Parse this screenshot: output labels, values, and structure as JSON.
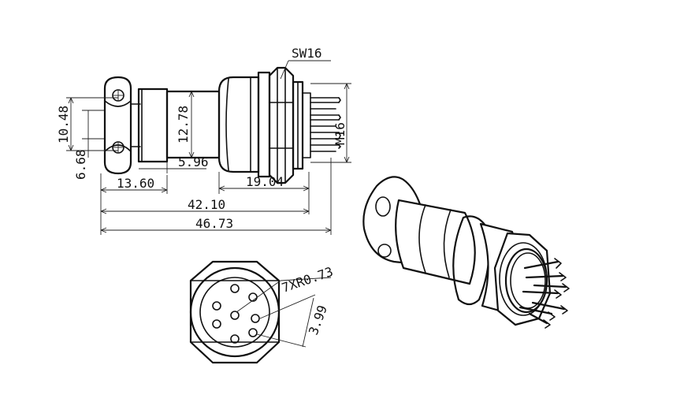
{
  "dimensions": {
    "sw": "SW16",
    "m": "M16",
    "d_1048": "10.48",
    "d_668": "6.68",
    "d_1278": "12.78",
    "d_596": "5.96",
    "d_1360": "13.60",
    "d_1904": "19.04",
    "d_4210": "42.10",
    "d_4673": "46.73",
    "pin_spec": "7XR0.73",
    "pin_dim": "3.99"
  }
}
